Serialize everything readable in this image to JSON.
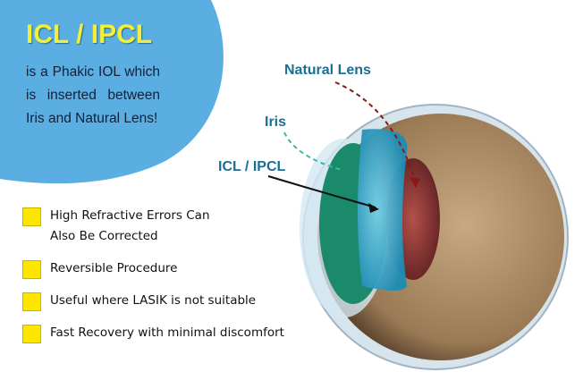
{
  "header": {
    "title": "ICL / IPCL",
    "description": "is a Phakic IOL which is inserted between Iris and Natural Lens!"
  },
  "benefits": [
    "High Refractive Errors Can Also Be Corrected",
    "Reversible Procedure",
    "Useful where LASIK is not suitable",
    "Fast Recovery with minimal discomfort"
  ],
  "diagram": {
    "labels": {
      "natural_lens": "Natural Lens",
      "iris": "Iris",
      "icl": "ICL / IPCL"
    }
  },
  "colors": {
    "bubble": "#5aaee2",
    "title": "#f2ee3a",
    "bullet": "#ffe600",
    "label": "#1b6f95"
  }
}
